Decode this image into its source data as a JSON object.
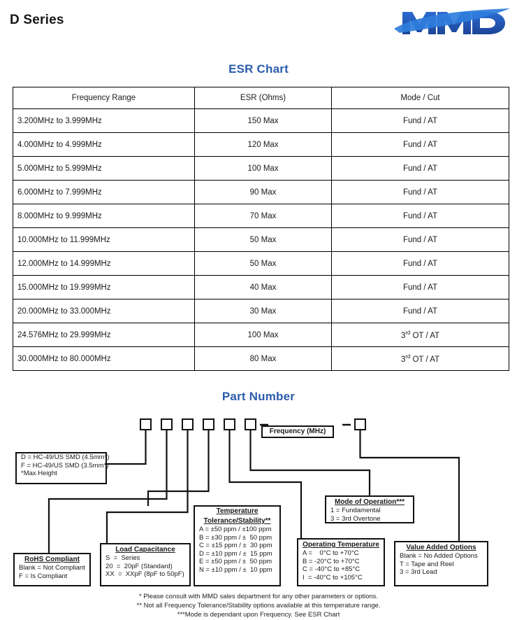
{
  "header": {
    "title": "D Series",
    "logo_text": "MMD",
    "logo_color": "#1f4fa8"
  },
  "esr_section": {
    "heading": "ESR Chart",
    "columns": [
      "Frequency Range",
      "ESR (Ohms)",
      "Mode / Cut"
    ],
    "rows": [
      {
        "frequency": "3.200MHz to 3.999MHz",
        "esr": "150 Max",
        "mode": "Fund / AT",
        "mode_prefix": "",
        "mode_sup": ""
      },
      {
        "frequency": "4.000MHz to 4.999MHz",
        "esr": "120 Max",
        "mode": "Fund / AT",
        "mode_prefix": "",
        "mode_sup": ""
      },
      {
        "frequency": "5.000MHz to 5.999MHz",
        "esr": "100 Max",
        "mode": "Fund / AT",
        "mode_prefix": "",
        "mode_sup": ""
      },
      {
        "frequency": "6.000MHz to 7.999MHz",
        "esr": "90 Max",
        "mode": "Fund / AT",
        "mode_prefix": "",
        "mode_sup": ""
      },
      {
        "frequency": "8.000MHz to 9.999MHz",
        "esr": "70 Max",
        "mode": "Fund / AT",
        "mode_prefix": "",
        "mode_sup": ""
      },
      {
        "frequency": "10.000MHz to 11.999MHz",
        "esr": "50 Max",
        "mode": "Fund / AT",
        "mode_prefix": "",
        "mode_sup": ""
      },
      {
        "frequency": "12.000MHz to 14.999MHz",
        "esr": "50 Max",
        "mode": "Fund / AT",
        "mode_prefix": "",
        "mode_sup": ""
      },
      {
        "frequency": "15.000MHz to 19.999MHz",
        "esr": "40 Max",
        "mode": "Fund / AT",
        "mode_prefix": "",
        "mode_sup": ""
      },
      {
        "frequency": "20.000MHz to 33.000MHz",
        "esr": "30 Max",
        "mode": "Fund / AT",
        "mode_prefix": "",
        "mode_sup": ""
      },
      {
        "frequency": "24.576MHz to 29.999MHz",
        "esr": "100 Max",
        "mode": " OT / AT",
        "mode_prefix": "3",
        "mode_sup": "rd"
      },
      {
        "frequency": "30.000MHz to 80.000MHz",
        "esr": "80 Max",
        "mode": " OT / AT",
        "mode_prefix": "3",
        "mode_sup": "rd"
      }
    ]
  },
  "part_number_section": {
    "heading": "Part Number",
    "frequency_field_label": "Frequency (MHz)",
    "separator": "—",
    "boxes": {
      "package": {
        "lines": [
          "D = HC-49/US SMD (4.5mm*)",
          "F = HC-49/US SMD (3.5mm*)",
          "*Max Height"
        ]
      },
      "rohs": {
        "title": "RoHS Compliant",
        "lines": [
          "Blank = Not Compliant",
          "F = Is Compliant"
        ]
      },
      "load_capacitance": {
        "title": "Load Capacitance",
        "lines": [
          "S  =  Series",
          "20  =  20pF (Standard)",
          "XX  =  XXpF (8pF to 50pF)"
        ]
      },
      "temperature_tolerance": {
        "title_line1": "Temperature",
        "title_line2": "Tolerance/Stability**",
        "lines": [
          "A = ±50 ppm / ±100 ppm",
          "B = ±30 ppm / ±  50 ppm",
          "C = ±15 ppm / ±  30 ppm",
          "D = ±10 ppm / ±  15 ppm",
          "E = ±50 ppm / ±  50 ppm",
          "N = ±10 ppm / ±  10 ppm"
        ]
      },
      "operating_temperature": {
        "title": "Operating Temperature",
        "lines": [
          "A =    0°C to +70°C",
          "B = -20°C to +70°C",
          "C = -40°C to +85°C",
          "I  = -40°C to +105°C"
        ]
      },
      "mode_of_operation": {
        "title": "Mode of Operation***",
        "lines": [
          "1 = Fundamental",
          "3 = 3rd Overtone"
        ]
      },
      "value_added_options": {
        "title": "Value Added Options",
        "lines": [
          "Blank = No Added Options",
          "T = Tape and Reel",
          "3 = 3rd Lead"
        ]
      }
    },
    "footnotes": [
      "* Please consult with MMD sales department for any other parameters or options.",
      "** Not all Frequency Tolerance/Stability options available at this temperature range.",
      "***Mode is dependant upon Frequency. See ESR Chart"
    ]
  }
}
